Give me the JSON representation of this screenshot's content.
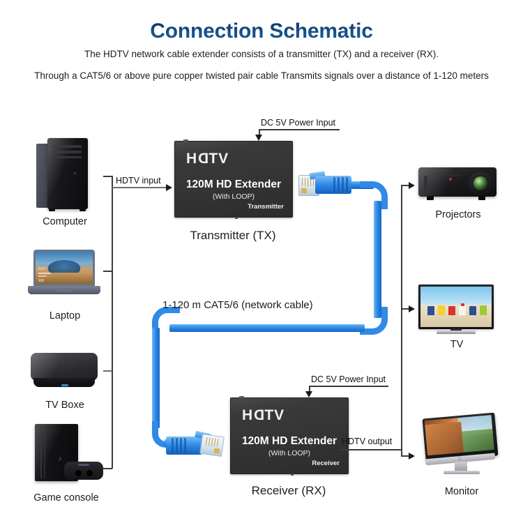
{
  "header": {
    "title": "Connection Schematic",
    "subtitle_line1": "The HDTV network cable extender consists of a transmitter (TX) and a receiver (RX).",
    "subtitle_line2": "Through a CAT5/6 or above pure copper twisted pair cable Transmits signals over a distance of 1-120 meters"
  },
  "sources": {
    "items": [
      {
        "label": "Computer",
        "icon": "desktop-tower-icon"
      },
      {
        "label": "Laptop",
        "icon": "laptop-icon"
      },
      {
        "label": "TV Boxe",
        "icon": "tv-box-icon"
      },
      {
        "label": "Game console",
        "icon": "game-console-icon"
      }
    ],
    "bus_label": "HDTV input"
  },
  "transmitter": {
    "logo": "HDTV",
    "model": "120M HD Extender",
    "variant": "(With LOOP)",
    "role": "Transmitter",
    "caption": "Transmitter (TX)",
    "power_label": "DC 5V Power Input"
  },
  "receiver": {
    "logo": "HDTV",
    "model": "120M HD Extender",
    "variant": "(With LOOP)",
    "role": "Receiver",
    "caption": "Receiver (RX)",
    "power_label": "DC 5V Power Input",
    "output_label": "HDTV output"
  },
  "cable": {
    "label": "1-120 m CAT5/6 (network cable)",
    "color": "#2f8ae8",
    "connector": "rj45-plug-icon"
  },
  "outputs": {
    "items": [
      {
        "label": "Projectors",
        "icon": "projector-icon"
      },
      {
        "label": "TV",
        "icon": "television-icon"
      },
      {
        "label": "Monitor",
        "icon": "desktop-monitor-icon"
      }
    ]
  },
  "colors": {
    "title": "#123c6e",
    "cable_blue": "#2f8ae8",
    "device_black": "#333333",
    "wire": "#3b3b3b"
  }
}
